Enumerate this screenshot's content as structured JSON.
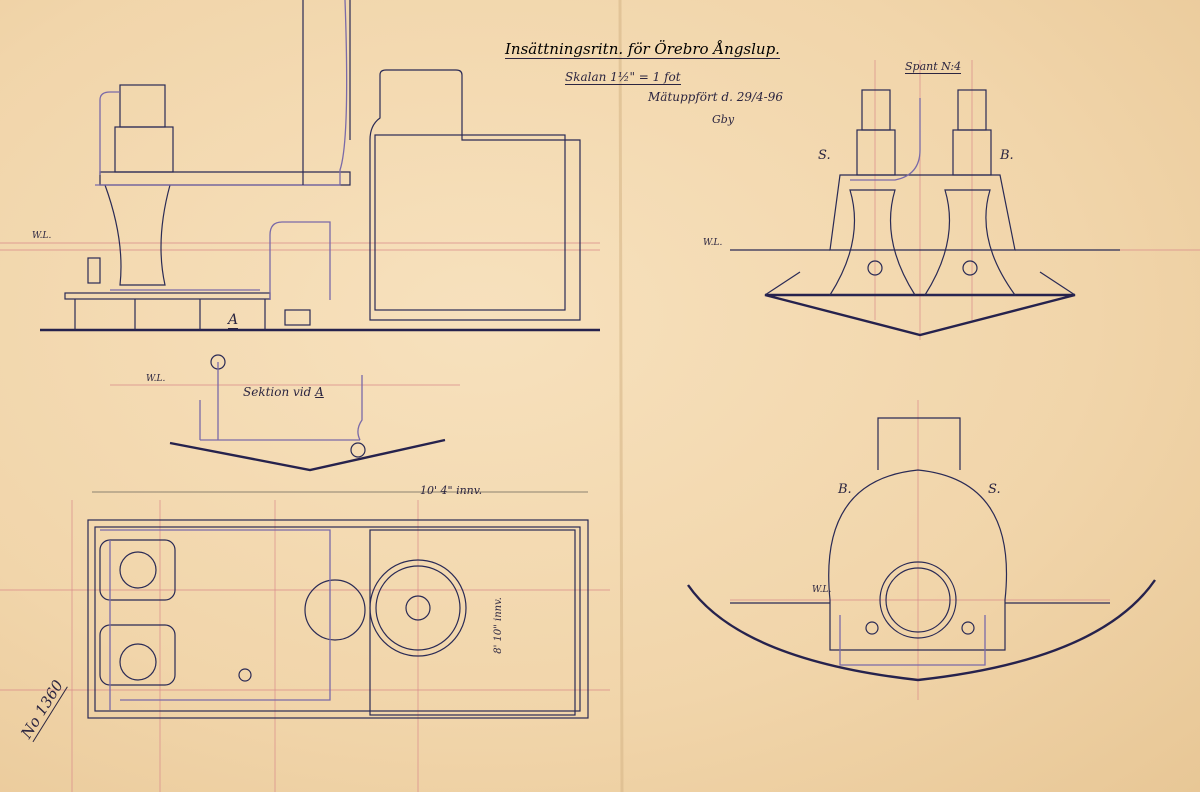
{
  "title": "Insättningsritn. för Örebro Ångslup.",
  "scale": "Skalan 1½\" = 1 fot",
  "measured": "Mätuppfört d. 29/4-96",
  "signature": "Gby",
  "sheet_number": "No 1360",
  "frame_label": "Spant N:4",
  "section_label": "Sektion vid",
  "section_letter": "A",
  "section_marker": "A",
  "waterline": "W.L.",
  "length_dim": "10' 4\" innv.",
  "width_dim": "8' 10\" innv.",
  "port": "B.",
  "starboard": "S.",
  "colors": {
    "paper": "#f3d8ae",
    "ink": "#2a2a55",
    "pencil_red": "#d98a8a",
    "pipe": "#7a6aa8"
  }
}
